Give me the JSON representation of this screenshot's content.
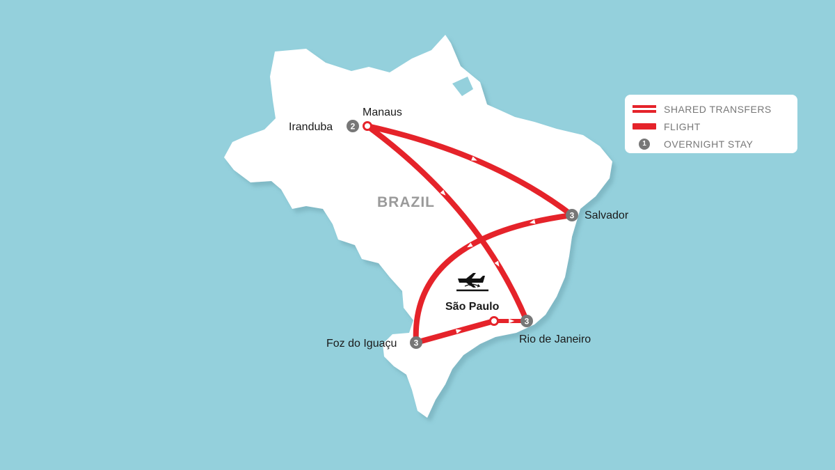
{
  "country_label": "BRAZIL",
  "colors": {
    "water": "#94d0dc",
    "land": "#ffffff",
    "route": "#e5232a",
    "stay_badge": "#777777"
  },
  "cities": {
    "manaus": {
      "name": "Manaus"
    },
    "iranduba": {
      "name": "Iranduba",
      "nights": "2"
    },
    "salvador": {
      "name": "Salvador",
      "nights": "3"
    },
    "sao_paulo": {
      "name": "São Paulo",
      "icon": "airplane-landing-icon"
    },
    "rio": {
      "name": "Rio de Janeiro",
      "nights": "3"
    },
    "foz": {
      "name": "Foz do Iguaçu",
      "nights": "3"
    }
  },
  "legend": {
    "shared_transfers": "SHARED TRANSFERS",
    "flight": "FLIGHT",
    "overnight_stay": "OVERNIGHT STAY",
    "overnight_sample": "1"
  }
}
